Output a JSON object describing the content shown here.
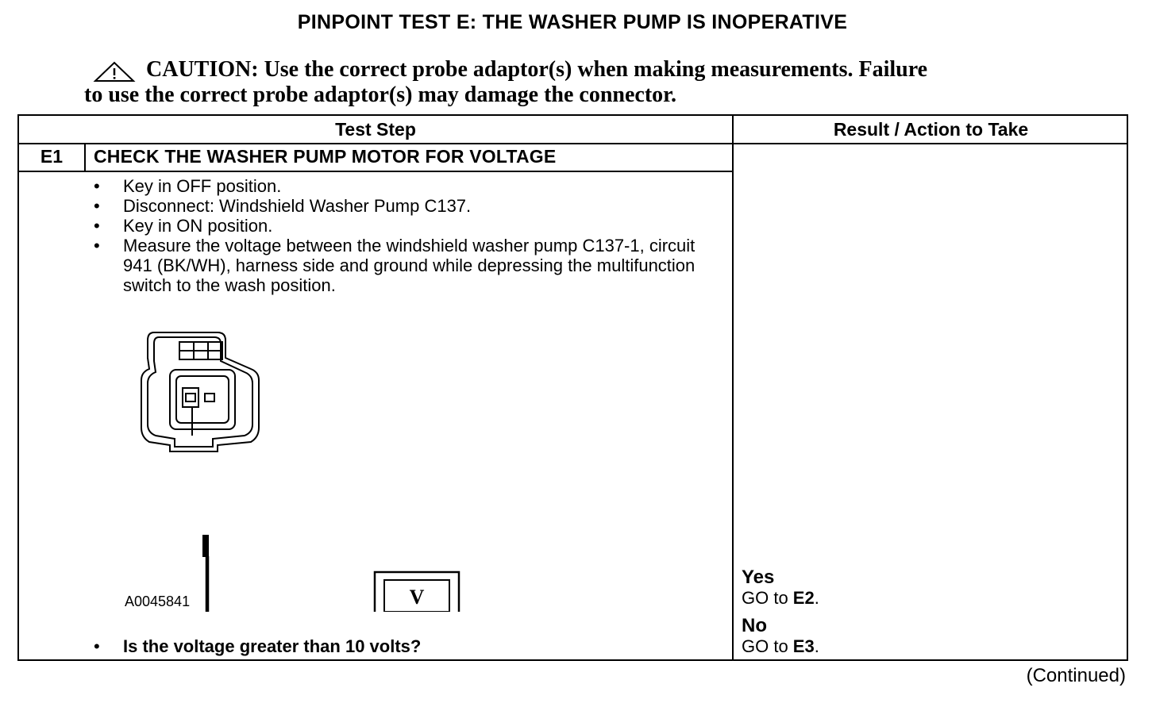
{
  "page_title": "PINPOINT TEST E: THE WASHER PUMP IS INOPERATIVE",
  "caution": {
    "icon": "warning-triangle-icon",
    "label": "CAUTION:",
    "line1": "Use the correct probe adaptor(s) when making measurements. Failure",
    "line2": "to use the correct probe adaptor(s) may damage the connector."
  },
  "table": {
    "headers": {
      "test_step": "Test Step",
      "result": "Result / Action to Take"
    },
    "step": {
      "id": "E1",
      "title": "CHECK THE WASHER PUMP MOTOR FOR VOLTAGE",
      "bullets": [
        "Key in OFF position.",
        "Disconnect: Windshield Washer Pump C137.",
        "Key in ON position.",
        "Measure the voltage between the windshield washer pump C137-1, circuit 941 (BK/WH), harness side and ground while depressing the multifunction switch to the wash position."
      ],
      "diagram": {
        "meter_symbol": "V",
        "plus": "+",
        "minus": "−",
        "icons": [
          "connector-icon",
          "voltmeter-icon",
          "ground-icon"
        ]
      },
      "figure_id": "A0045841",
      "question": "Is the voltage greater than 10 volts?"
    },
    "results": {
      "yes_label": "Yes",
      "yes_prefix": "GO to ",
      "yes_target": "E2",
      "yes_suffix": ".",
      "no_label": "No",
      "no_prefix": "GO to ",
      "no_target": "E3",
      "no_suffix": "."
    }
  },
  "footer": {
    "continued": "(Continued)"
  }
}
